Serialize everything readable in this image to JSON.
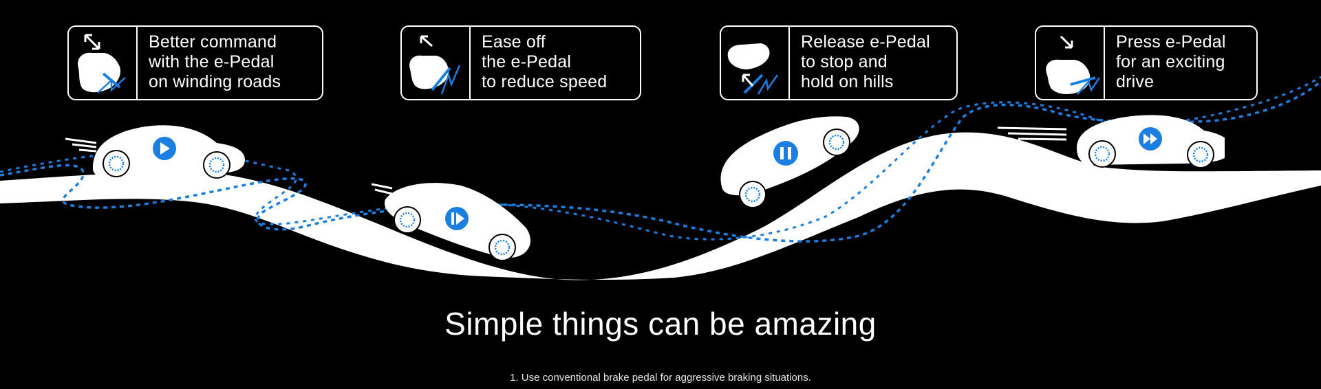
{
  "cards": [
    {
      "lines": [
        "Better command",
        "with the e-Pedal",
        "on winding roads"
      ],
      "icon": "foot-on-pedal-adjust-icon"
    },
    {
      "lines": [
        "Ease off",
        "the e-Pedal",
        "to reduce speed"
      ],
      "icon": "foot-lift-pedal-icon"
    },
    {
      "lines": [
        "Release e-Pedal",
        "to stop and",
        "hold on hills"
      ],
      "icon": "foot-release-pedal-icon"
    },
    {
      "lines": [
        "Press e-Pedal",
        "for an exciting",
        "drive"
      ],
      "icon": "foot-press-pedal-icon"
    }
  ],
  "cars": [
    {
      "state": "play-icon"
    },
    {
      "state": "slow-play-icon"
    },
    {
      "state": "pause-icon"
    },
    {
      "state": "fast-forward-icon"
    }
  ],
  "headline": "Simple things can be amazing",
  "footnote": "1. Use conventional brake pedal for aggressive braking situations.",
  "colors": {
    "background": "#000000",
    "foreground": "#ffffff",
    "accent": "#1a7fe0"
  }
}
